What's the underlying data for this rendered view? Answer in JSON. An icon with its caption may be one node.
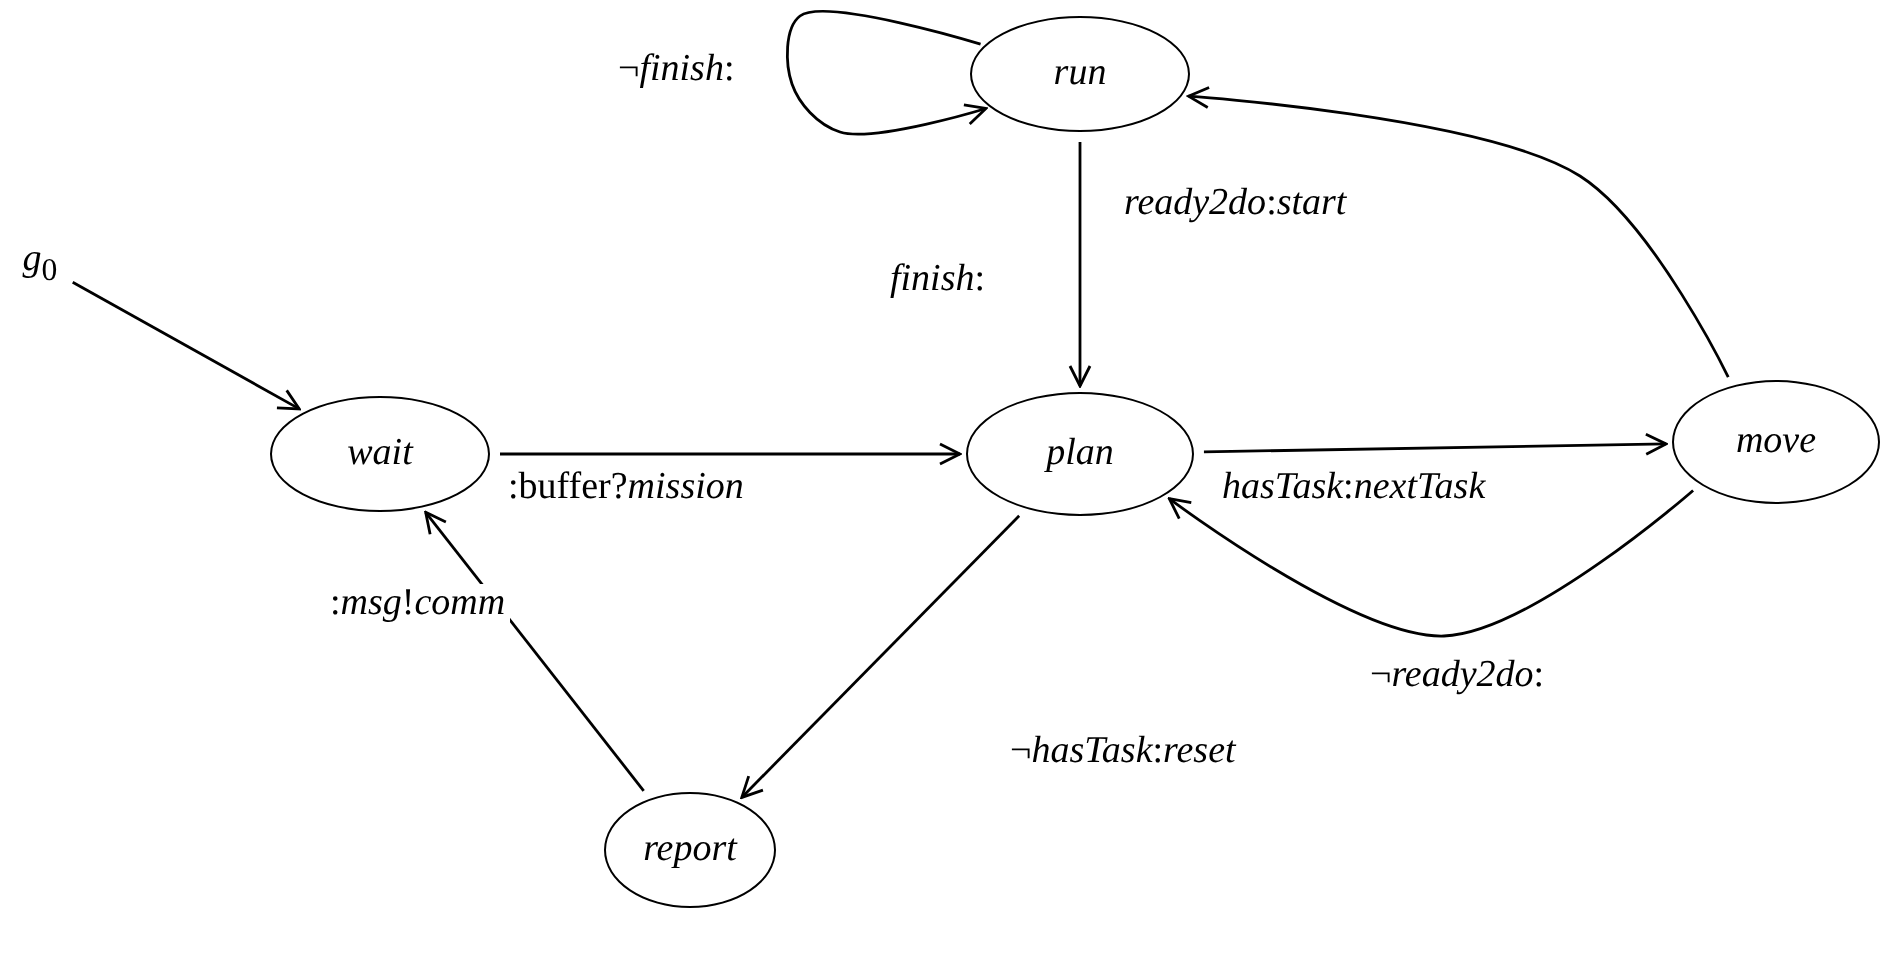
{
  "diagram": {
    "nodes": [
      {
        "text": [
          "run"
        ]
      },
      {
        "text": [
          "*g*$_{0}$"
        ]
      },
      {
        "text": [
          "wait"
        ]
      },
      {
        "text": [
          "plan"
        ]
      },
      {
        "text": [
          "move"
        ]
      },
      {
        "text": [
          "report"
        ]
      }
    ],
    "edges": [
      {
        "from": 0,
        "to": 0,
        "arrow": "to",
        "label": "¬*finish*:"
      },
      {
        "from": 0,
        "to": 3,
        "arrow": "to",
        "label": "*finish*:"
      },
      {
        "from": 4,
        "to": 0,
        "arrow": "to",
        "label": "*ready2do*:*start*"
      },
      {
        "from": 1,
        "to": 2,
        "arrow": "to"
      },
      {
        "from": 2,
        "to": 3,
        "arrow": "to",
        "label": ":buffer?*mission*"
      },
      {
        "from": 3,
        "to": 4,
        "arrow": "to",
        "label": "*hasTask*:*nextTask*"
      },
      {
        "from": 4,
        "to": 3,
        "arrow": "to",
        "label": "¬*ready2do*:"
      },
      {
        "from": 3,
        "to": 5,
        "arrow": "to",
        "label": "¬*hasTask*:*reset*"
      },
      {
        "from": 5,
        "to": 2,
        "arrow": "to",
        "label": ":*msg*!*comm*"
      }
    ]
  }
}
